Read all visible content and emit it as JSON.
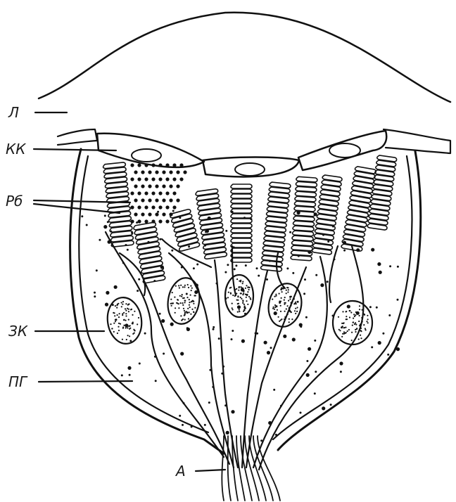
{
  "labels": {
    "lens": "Л",
    "cornea_cells": "КК",
    "rhabdomere": "Рб",
    "visual_cells": "ЗК",
    "pigment_granules": "ПГ",
    "axons": "А"
  },
  "colors": {
    "ink": "#111111",
    "background": "#ffffff"
  }
}
